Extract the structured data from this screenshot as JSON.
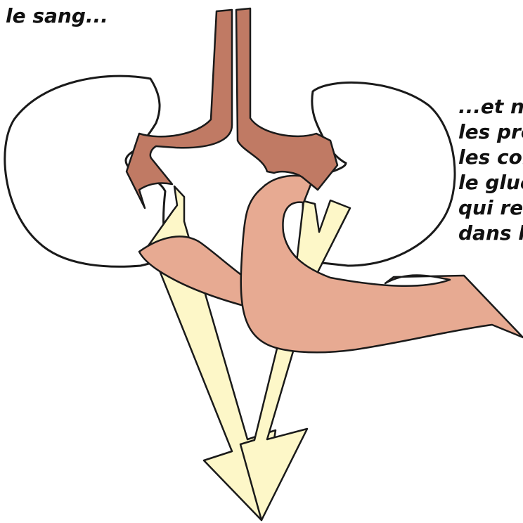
{
  "labels": {
    "top_left": "le sang...",
    "right_lines": [
      "...et n",
      "les pro",
      "les cor",
      "le gluc",
      "qui rei",
      "dans l"
    ]
  },
  "colors": {
    "blood": "#c07a64",
    "returned_flow": "#e7aa92",
    "urine_flow": "#fdf7c8",
    "kidney_fill": "#ffffff",
    "outline": "#1a1a1a"
  }
}
